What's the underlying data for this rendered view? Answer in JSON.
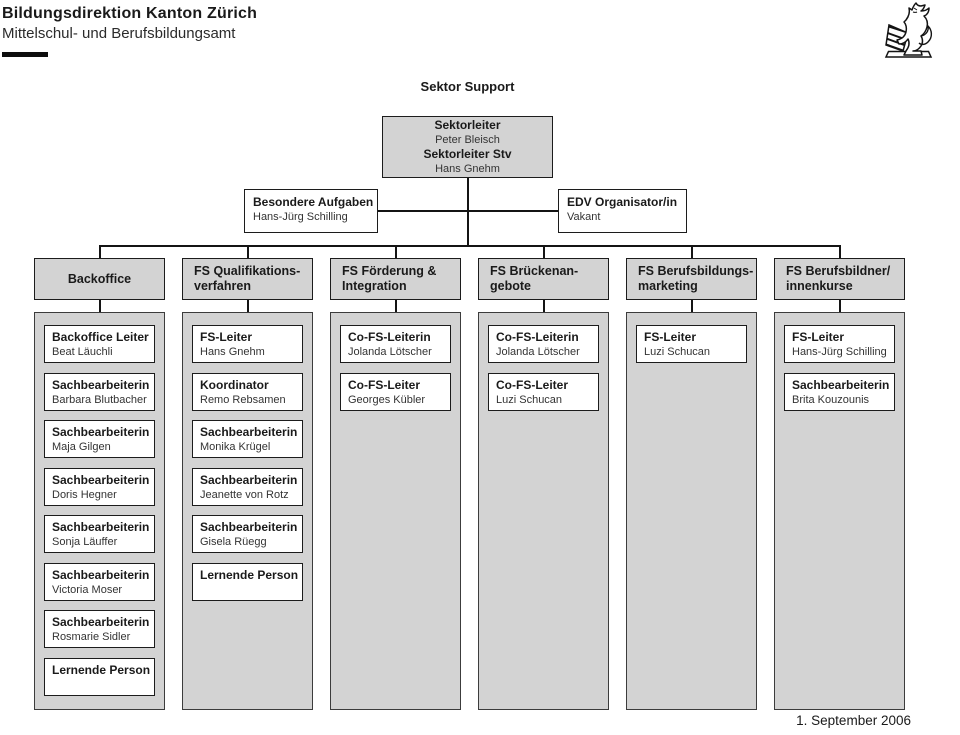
{
  "colors": {
    "panel_gray": "#d3d3d3",
    "box_white": "#ffffff",
    "border_dark": "#1c1c1c",
    "line_black": "#141414",
    "text": "#1a1a1a"
  },
  "page": {
    "org_name_line1": "Bildungsdirektion Kanton Zürich",
    "org_name_line2": "Mittelschul- und Berufsbildungsamt",
    "logo_icon": "zurich-lion-crest",
    "footer_date": "1. September 2006"
  },
  "chart": {
    "title": "Sektor Support",
    "lead_box": {
      "lines": [
        "Sektorleiter",
        "Peter Bleisch",
        "Sektorleiter Stv",
        "Hans Gnehm"
      ]
    },
    "staff_left": {
      "role": "Besondere Aufgaben",
      "name": "Hans-Jürg Schilling"
    },
    "staff_right": {
      "role": "EDV Organisator/in",
      "name": "Vakant"
    },
    "columns": [
      {
        "header_lines": [
          "Backoffice"
        ],
        "boxes": [
          {
            "role": "Backoffice Leiter",
            "name": "Beat Läuchli"
          },
          {
            "role": "Sachbearbeiterin",
            "name": "Barbara Blutbacher"
          },
          {
            "role": "Sachbearbeiterin",
            "name": "Maja Gilgen"
          },
          {
            "role": "Sachbearbeiterin",
            "name": "Doris Hegner"
          },
          {
            "role": "Sachbearbeiterin",
            "name": "Sonja Läuffer"
          },
          {
            "role": "Sachbearbeiterin",
            "name": "Victoria Moser"
          },
          {
            "role": "Sachbearbeiterin",
            "name": "Rosmarie Sidler"
          },
          {
            "role": "Lernende Person",
            "name": ""
          }
        ]
      },
      {
        "header_lines": [
          "FS Qualifikations-",
          "verfahren"
        ],
        "boxes": [
          {
            "role": "FS-Leiter",
            "name": "Hans Gnehm"
          },
          {
            "role": "Koordinator",
            "name": "Remo Rebsamen"
          },
          {
            "role": "Sachbearbeiterin",
            "name": "Monika Krügel"
          },
          {
            "role": "Sachbearbeiterin",
            "name": "Jeanette von Rotz"
          },
          {
            "role": "Sachbearbeiterin",
            "name": "Gisela Rüegg"
          },
          {
            "role": "Lernende Person",
            "name": ""
          }
        ]
      },
      {
        "header_lines": [
          "FS Förderung &",
          "Integration"
        ],
        "boxes": [
          {
            "role": "Co-FS-Leiterin",
            "name": "Jolanda Lötscher"
          },
          {
            "role": "Co-FS-Leiter",
            "name": "Georges Kübler"
          }
        ]
      },
      {
        "header_lines": [
          "FS Brückenan-",
          "gebote"
        ],
        "boxes": [
          {
            "role": "Co-FS-Leiterin",
            "name": "Jolanda Lötscher"
          },
          {
            "role": "Co-FS-Leiter",
            "name": "Luzi Schucan"
          }
        ]
      },
      {
        "header_lines": [
          "FS Berufsbildungs-",
          "marketing"
        ],
        "boxes": [
          {
            "role": "FS-Leiter",
            "name": "Luzi Schucan"
          }
        ]
      },
      {
        "header_lines": [
          "FS Berufsbildner/",
          "innenkurse"
        ],
        "boxes": [
          {
            "role": "FS-Leiter",
            "name": "Hans-Jürg Schilling"
          },
          {
            "role": "Sachbearbeiterin",
            "name": "Brita Kouzounis"
          }
        ]
      }
    ]
  }
}
